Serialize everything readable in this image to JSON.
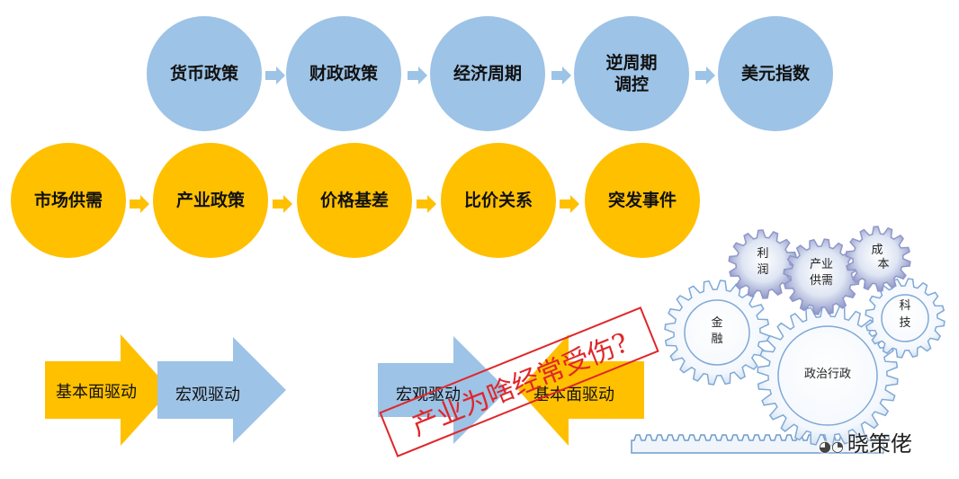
{
  "row1": [
    "货币政策",
    "财政政策",
    "经济周期",
    "逆周期调控",
    "美元指数"
  ],
  "row2": [
    "市场供需",
    "产业政策",
    "价格基差",
    "比价关系",
    "突发事件"
  ],
  "arrows": {
    "left_front": "基本面驱动",
    "left_back": "宏观驱动",
    "right_back": "宏观驱动",
    "right_front": "基本面驱动"
  },
  "stamp": "产业为啥经常受伤?",
  "gears": {
    "lirun": "利润",
    "chanye": "产业供需",
    "chengben": "成本",
    "keji": "科技",
    "jinrong": "金融",
    "zhengzhi": "政治行政"
  },
  "watermark": "晓策佬",
  "colors": {
    "blue": "#9dc3e6",
    "gold": "#ffc000",
    "gear": "#7fa9d6",
    "stamp": "#e0262a"
  }
}
